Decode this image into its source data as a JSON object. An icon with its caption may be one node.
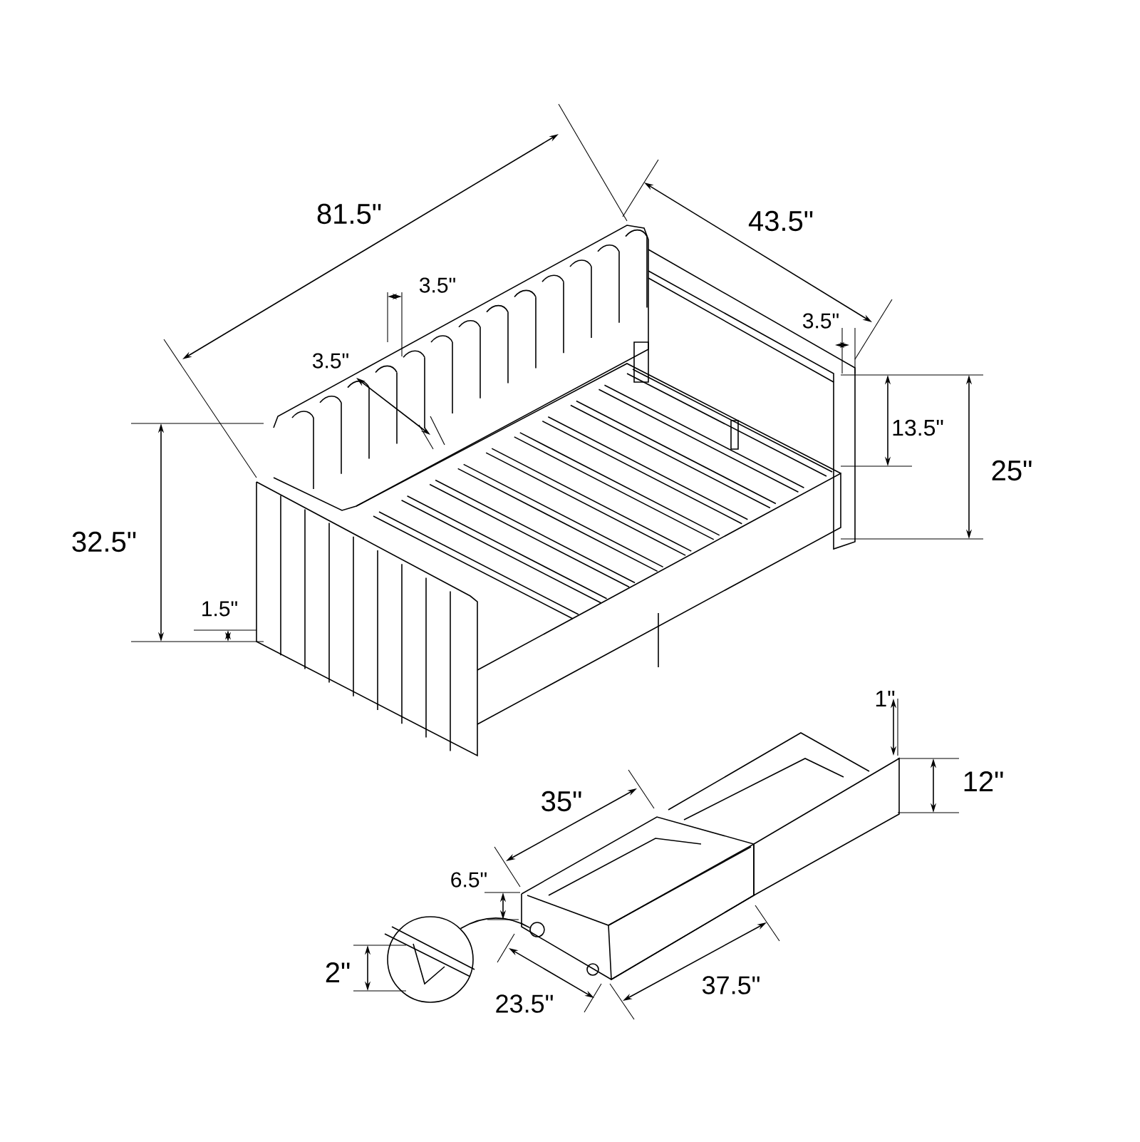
{
  "diagram": {
    "nodes": [
      {
        "text": [],
        "shape": "circle"
      },
      {
        "text": [],
        "shape": "circle"
      }
    ],
    "edges": [
      {
        "from": 0,
        "to": 1,
        "arrow": "none"
      }
    ],
    "labels": [
      "81.5\"",
      "43.5\"",
      "3.5\"",
      "3.5\"",
      "3.5\"",
      "13.5\"",
      "25\"",
      "32.5\"",
      "1.5\"",
      "1\"",
      "12\"",
      "35\"",
      "6.5\"",
      "2\"",
      "23.5\"",
      "37.5\""
    ]
  }
}
